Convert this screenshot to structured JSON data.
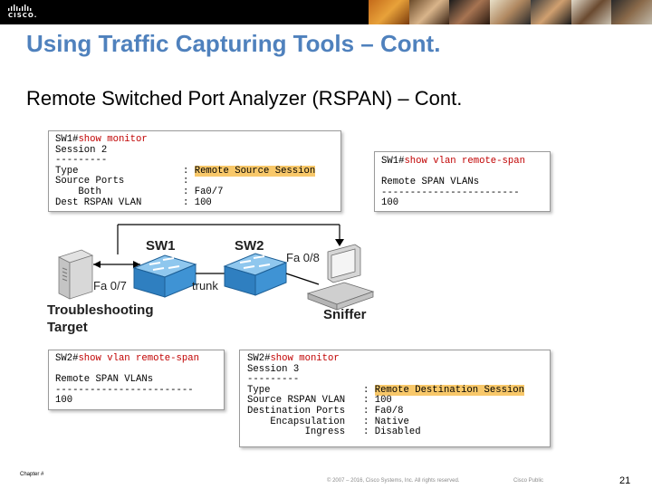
{
  "header": {
    "logo_text": "CISCO.",
    "title": "Using Traffic Capturing Tools – Cont.",
    "subtitle": "Remote Switched Port Analyzer (RSPAN) – Cont."
  },
  "sw1_show_monitor": {
    "prompt": "SW1#",
    "command": "show monitor",
    "lines": [
      "Session 2",
      "---------"
    ],
    "fields": [
      {
        "key": "Type",
        "value": "Remote Source Session",
        "highlight": true
      },
      {
        "key": "Source Ports",
        "value": "",
        "highlight": false
      },
      {
        "key": "    Both",
        "value": "Fa0/7",
        "highlight": false
      },
      {
        "key": "Dest RSPAN VLAN",
        "value": "100",
        "highlight": false
      }
    ]
  },
  "sw1_show_vlan": {
    "prompt": "SW1#",
    "command": "show vlan remote-span",
    "heading": "Remote SPAN VLANs",
    "rule": "------------------------",
    "value": "100"
  },
  "sw2_show_vlan": {
    "prompt": "SW2#",
    "command": "show vlan remote-span",
    "heading": "Remote SPAN VLANs",
    "rule": "------------------------",
    "value": "100"
  },
  "sw2_show_monitor": {
    "prompt": "SW2#",
    "command": "show monitor",
    "lines": [
      "Session 3",
      "---------"
    ],
    "fields": [
      {
        "key": "Type",
        "value": "Remote Destination Session",
        "highlight": true
      },
      {
        "key": "Source RSPAN VLAN",
        "value": "100",
        "highlight": false
      },
      {
        "key": "Destination Ports",
        "value": "Fa0/8",
        "highlight": false
      },
      {
        "key": "    Encapsulation",
        "value": "Native",
        "highlight": false
      },
      {
        "key": "          Ingress",
        "value": "Disabled",
        "highlight": false
      }
    ]
  },
  "diagram": {
    "sw1_label": "SW1",
    "sw2_label": "SW2",
    "fa07_label": "Fa 0/7",
    "fa08_label": "Fa 0/8",
    "trunk_label": "trunk",
    "target_label_1": "Troubleshooting",
    "target_label_2": "Target",
    "sniffer_label": "Sniffer"
  },
  "footer": {
    "chapter": "Chapter #",
    "copyright": "© 2007 – 2016, Cisco Systems, Inc. All rights reserved.",
    "classification": "Cisco Public",
    "page_number": "21"
  },
  "colors": {
    "title_blue": "#4f81bd",
    "command_red": "#c00000",
    "highlight_orange": "#f8c86a",
    "switch_blue": "#3a8fd0"
  }
}
